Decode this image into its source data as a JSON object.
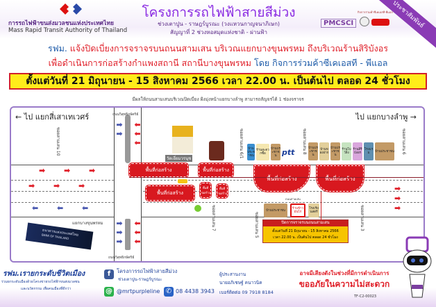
{
  "header": {
    "org_th": "การรถไฟฟ้าขนส่งมวลชนแห่งประเทศไทย",
    "org_en": "Mass Rapid Transit Authority of Thailand",
    "project_title": "โครงการรถไฟฟ้าสายสีม่วง",
    "project_section": "ช่วงเตาปูน - ราษฎร์บูรณะ (วงแหวนกาญจนาภิเษก)",
    "contract": "สัญญาที่ 2 ช่วงหอสมุดแห่งชาติ - ผ่านฟ้า",
    "consultant": "PMCSCI",
    "partner_small": "กิจการร่วมค้าซีเคเอสที-พีแอล",
    "ribbon": "ประชาสัมพันธ์"
  },
  "announcement": {
    "prefix": "รฟม.",
    "line1": "แจ้งปิดเบี่ยงการจราจรบนถนนสามเสน บริเวณแยกบางขุนพรหม ถึงบริเวณร้านสิริบังอร",
    "line2_red": "เพื่อดำเนินการก่อสร้างกำแพงสถานี สถานีบางขุนพรหม",
    "line2_blue": "โดย กิจการร่วมค้าซีเคเอสที - พีแอล",
    "date_bar": "ตั้งแต่วันที่ 21 มิถุนายน - 15 สิงหาคม 2566 เวลา 22.00 น. เป็นต้นไป ตลอด 24 ชั่วโมง",
    "note": "มีผลให้ถนนสามเสนบริเวณปิดเบี่ยง ฝั่งมุ่งหน้าแยกบางลำพู สามารถสัญจรได้ 1 ช่องจราจร"
  },
  "map": {
    "dir_left": "ไป แยกสี่เสาเทเวศร์",
    "dir_right": "ไป แยกบางลำพู",
    "road_top": "ถนนวิสุทธิกษัตริย์",
    "road_bottom": "ถนนวิสุทธิกษัตริย์",
    "junction": "แยกบางขุนพรหม",
    "road_main": "ถนนสามเสน",
    "temple": "วัดเอี่ยมวรนุช",
    "bank": "ธนาคารแห่งประเทศไทย",
    "bank_en": "BANK OF THAILAND",
    "soi10": "ซอยสามเสน 10",
    "soi_top_mid": "ซอยสามเสน 6/1",
    "soi8": "ซอยสามเสน 8",
    "soi6": "ซอยสามเสน 6",
    "soi7": "ซอยสามเสน 7",
    "soi5": "ซอยสามเสน 5",
    "soi3": "ซอยสามเสน 3",
    "zone_label": "พื้นที่ก่อสร้าง",
    "shops_top": [
      "บ้านประชาชน",
      "ร้านสะดวกซื้อ",
      "บ้านประชาชน",
      "ptt"
    ],
    "shops_top_right": [
      "บ้านประชาชน",
      "บ้านของฝาก",
      "บ้านประชาชน",
      "ร้านโบว์ลิ่ง",
      "ร้านสิริบังอร",
      "โรงแรม",
      "บ้านประชาชน"
    ],
    "shops_bottom": [
      "บ้านประชาชน",
      "ร้านข้าวมันไก่",
      "โรงเรียนสตรี"
    ],
    "notice_title": "ปิดการจราจรบนถนนสามเสน",
    "notice_line1": "ตั้งแต่วันที่ 21 มิถุนายน - 15 สิงหาคม 2566",
    "notice_line2": "เวลา 22.00 น. เป็นต้นไป ตลอด 24 ชั่วโมง"
  },
  "footer": {
    "slogan": "รฟม.เรายกระดับชีวิตเมือง",
    "slogan_sub1": "ร่วมยกระดับเมืองด้วยโครงข่ายรถไฟฟ้าขนส่งมวลชน",
    "slogan_sub2": "และนวัตกรรม เพื่อคนเมืองที่ดีกว่า",
    "facebook_name": "โครงการรถไฟฟ้าสายสีม่วง",
    "facebook_sub": "ช่วงเตาปูน-ราษฎร์บูรณะ",
    "line_id": "@mrtpurpleline",
    "phone": "08 4438 3943",
    "coordinator_label": "ผู้ประสานงาน",
    "coordinator_name": "นายอภิเชษฐ์ คนาวนิค",
    "coordinator_phone": "เบอร์ติดต่อ 09 7918 8184",
    "apology1": "อาจมีเสียงดังในช่วงที่มีการดำเนินการ",
    "apology2": "ขออภัยในความไม่สะดวก",
    "doc_code": "TF-C2-00023"
  },
  "colors": {
    "purple": "#8a2be2",
    "red": "#e0202a",
    "blue": "#1c5aa8",
    "yellow": "#ffec1a"
  }
}
